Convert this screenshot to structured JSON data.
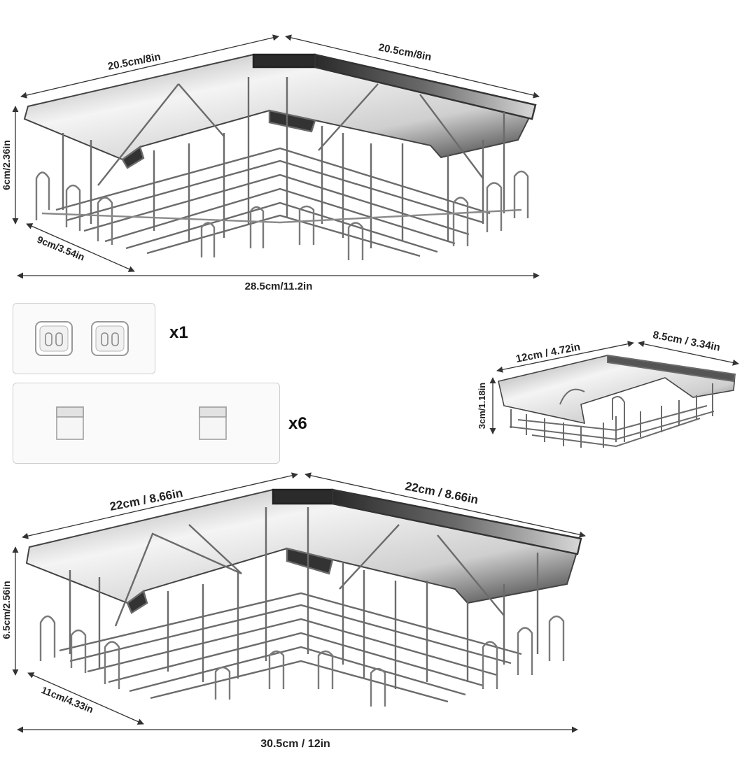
{
  "basket_top": {
    "width_left": "20.5cm/8in",
    "width_right": "20.5cm/8in",
    "height": "6cm/2.36in",
    "depth": "9cm/3.54in",
    "total_width": "28.5cm/11.2in"
  },
  "soap_dish": {
    "length": "12cm / 4.72in",
    "depth": "8.5cm / 3.34in",
    "height": "3cm/1.18in"
  },
  "basket_bottom": {
    "width_left": "22cm / 8.66in",
    "width_right": "22cm / 8.66in",
    "height": "6.5cm/2.56in",
    "depth": "11cm/4.33in",
    "total_width": "30.5cm / 12in"
  },
  "accessories": {
    "hook_plate_qty": "x1",
    "adhesive_strip_qty": "x6"
  }
}
